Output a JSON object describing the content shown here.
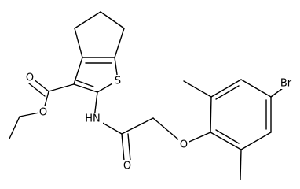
{
  "molecule": {
    "atom_labels": {
      "sulfur": "S",
      "carbonyl_oxygen_ester": "O",
      "ester_oxygen": "O",
      "amide_nitrogen": "HN",
      "amide_oxygen": "O",
      "ether_oxygen": "O",
      "bromine": "Br"
    },
    "colors": {
      "bond": "#000000",
      "label": "#000000",
      "background": "#ffffff"
    }
  }
}
